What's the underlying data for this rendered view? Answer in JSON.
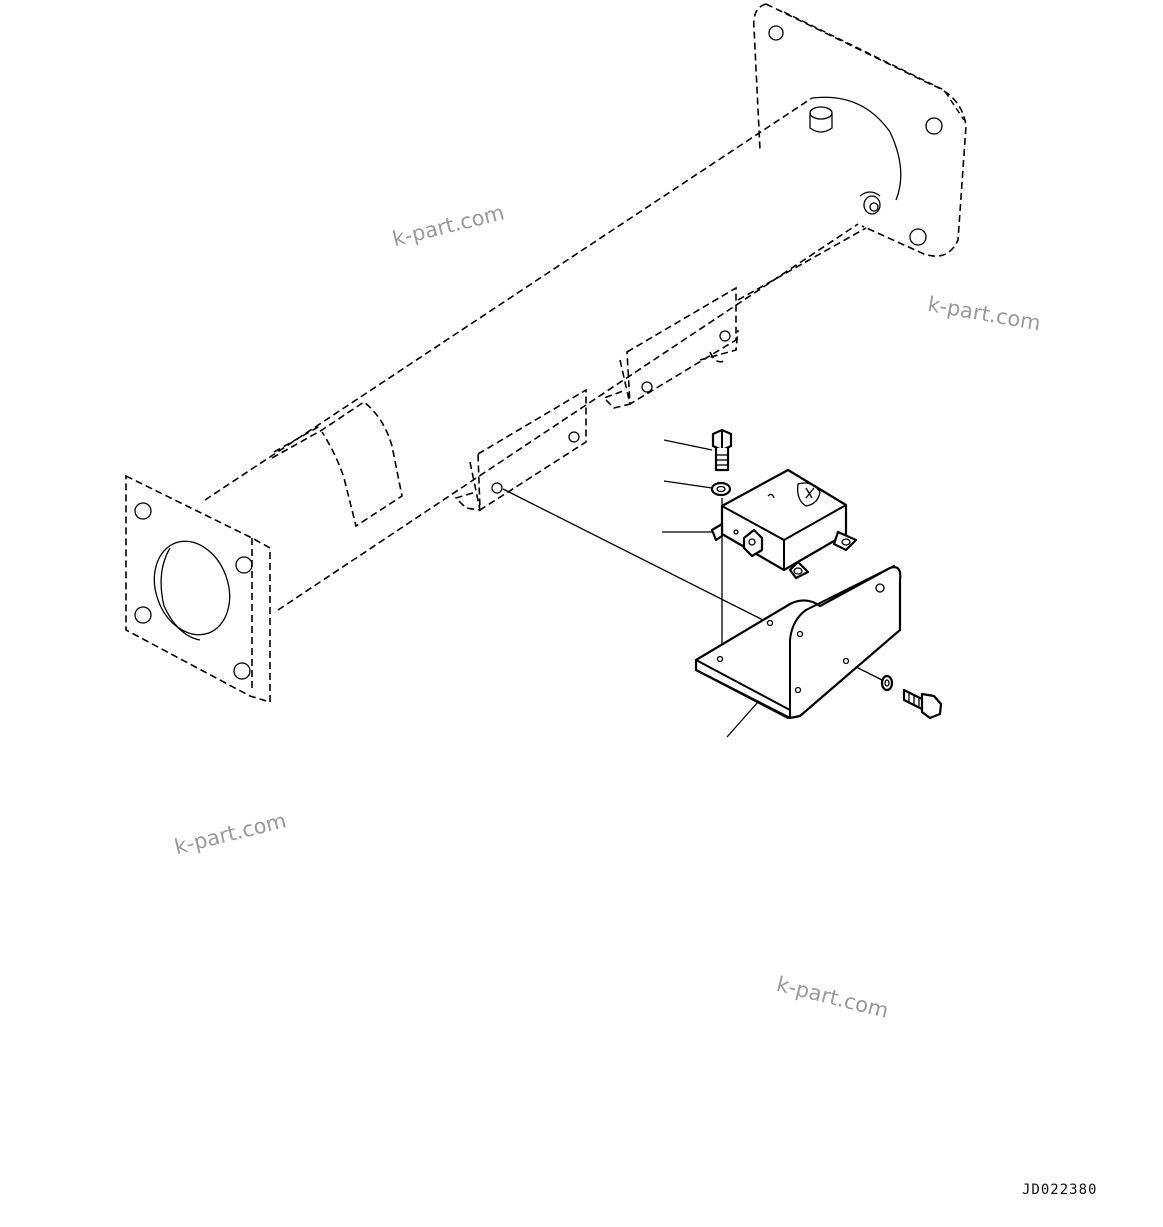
{
  "watermarks": [
    "k-part.com",
    "k-part.com",
    "k-part.com",
    "k-part.com"
  ],
  "drawing_code": "JD022380"
}
